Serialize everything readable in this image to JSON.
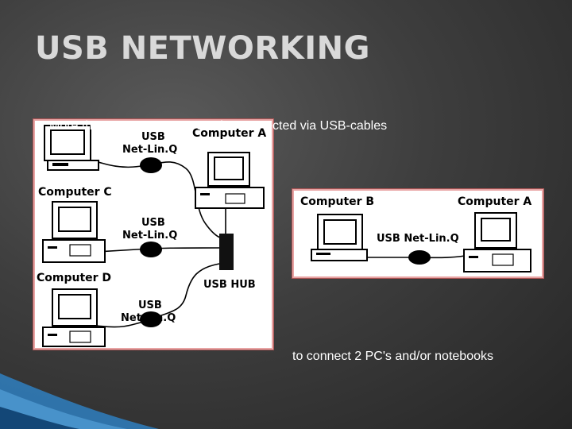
{
  "title": "USB NETWORKING",
  "caption_top": "More than two computers can be connected via USB-cables",
  "caption_bottom": "to connect 2 PC's and/or notebooks",
  "hub_diagram": {
    "computer_a": "Computer A",
    "computer_c": "Computer C",
    "computer_d": "Computer D",
    "linq_top": [
      "USB",
      "Net-Lin.Q"
    ],
    "linq_mid": [
      "USB",
      "Net-Lin.Q"
    ],
    "linq_bottom": [
      "USB",
      "Net-Lin.Q"
    ],
    "hub": "USB HUB"
  },
  "direct_diagram": {
    "computer_b": "Computer B",
    "computer_a": "Computer A",
    "linq": "USB Net-Lin.Q"
  },
  "colors": {
    "background": "#3e3e3e",
    "title": "#d9d9d9",
    "accent": "#2f7fc0"
  }
}
